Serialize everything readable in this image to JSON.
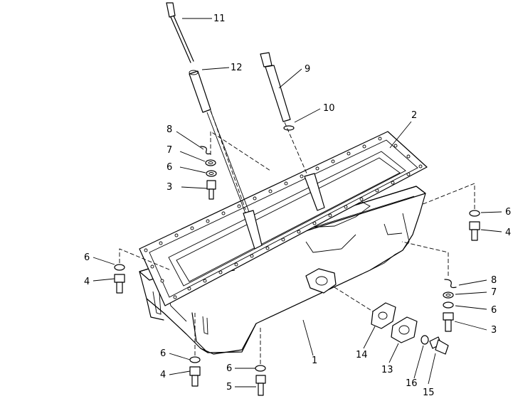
{
  "labels": {
    "l1": "1",
    "l2": "2",
    "l3a": "3",
    "l3b": "3",
    "l4a": "4",
    "l4b": "4",
    "l4c": "4",
    "l5": "5",
    "l6a": "6",
    "l6b": "6",
    "l6c": "6",
    "l6d": "6",
    "l6e": "6",
    "l6f": "6",
    "l7a": "7",
    "l7b": "7",
    "l8a": "8",
    "l8b": "8",
    "l9": "9",
    "l10": "10",
    "l11": "11",
    "l12": "12",
    "l13": "13",
    "l14": "14",
    "l15": "15",
    "l16": "16"
  }
}
